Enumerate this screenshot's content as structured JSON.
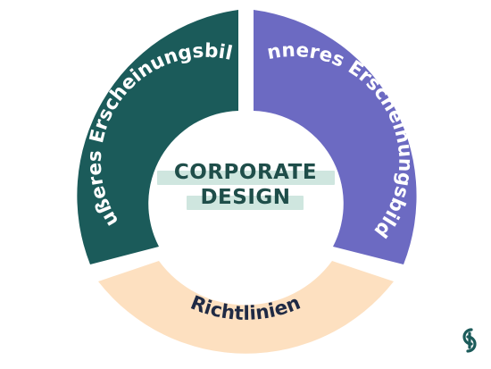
{
  "diagram": {
    "center": {
      "line1": "CORPORATE",
      "line2": "DESIGN"
    },
    "segments": [
      {
        "label": "Äußeres Erscheinungsbild",
        "color": "#1b5b5a",
        "text_color": "#ffffff"
      },
      {
        "label": "Inneres Erscheinungsbild",
        "color": "#6c6ac2",
        "text_color": "#ffffff"
      },
      {
        "label": "Richtlinien",
        "color": "#fde0c0",
        "text_color": "#1f2a44"
      }
    ],
    "colors": {
      "center_text": "#1f4e4a",
      "center_highlight": "#cfe6df"
    }
  },
  "logo": {
    "icon": "chain-link-s-logo-icon",
    "color": "#1b5b5a"
  }
}
